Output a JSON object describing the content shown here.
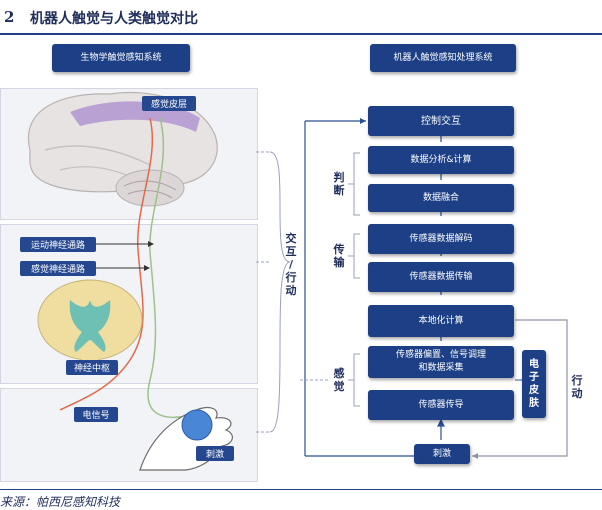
{
  "header": {
    "figure_number": "2",
    "title": "机器人触觉与人类触觉对比"
  },
  "left": {
    "title": "生物学触觉感知系统",
    "labels": {
      "cortex": "感觉皮层",
      "motor_path": "运动神经通路",
      "sensory_path": "感觉神经通路",
      "center": "神经中枢",
      "signal": "电信号",
      "stimulus": "刺激"
    }
  },
  "middle": {
    "chars": [
      "交",
      "互",
      "/",
      "行",
      "动"
    ]
  },
  "right": {
    "title": "机器人触觉感知处理系统",
    "boxes": {
      "control": "控制交互",
      "analysis": "数据分析&计算",
      "fusion": "数据融合",
      "decode": "传感器数据解码",
      "transmit": "传感器数据传输",
      "local": "本地化计算",
      "bias_l1": "传感器偏置、信号调理",
      "bias_l2": "和数据采集",
      "conduct": "传感器传导",
      "stimulus": "刺激"
    },
    "group_labels": {
      "judge": [
        "判",
        "断"
      ],
      "transport": [
        "传",
        "输"
      ],
      "sense": [
        "感",
        "觉"
      ]
    },
    "eskin": [
      "电",
      "子",
      "皮",
      "肤"
    ],
    "action": [
      "行",
      "动"
    ]
  },
  "source": "来源：帕西尼感知科技",
  "colors": {
    "navy": "#1c3f86",
    "purple_cortex": "#b49ad0",
    "cord_yellow": "#f0dea0",
    "cord_green": "#6ec0b4",
    "hand_blue": "#4a86d6"
  }
}
